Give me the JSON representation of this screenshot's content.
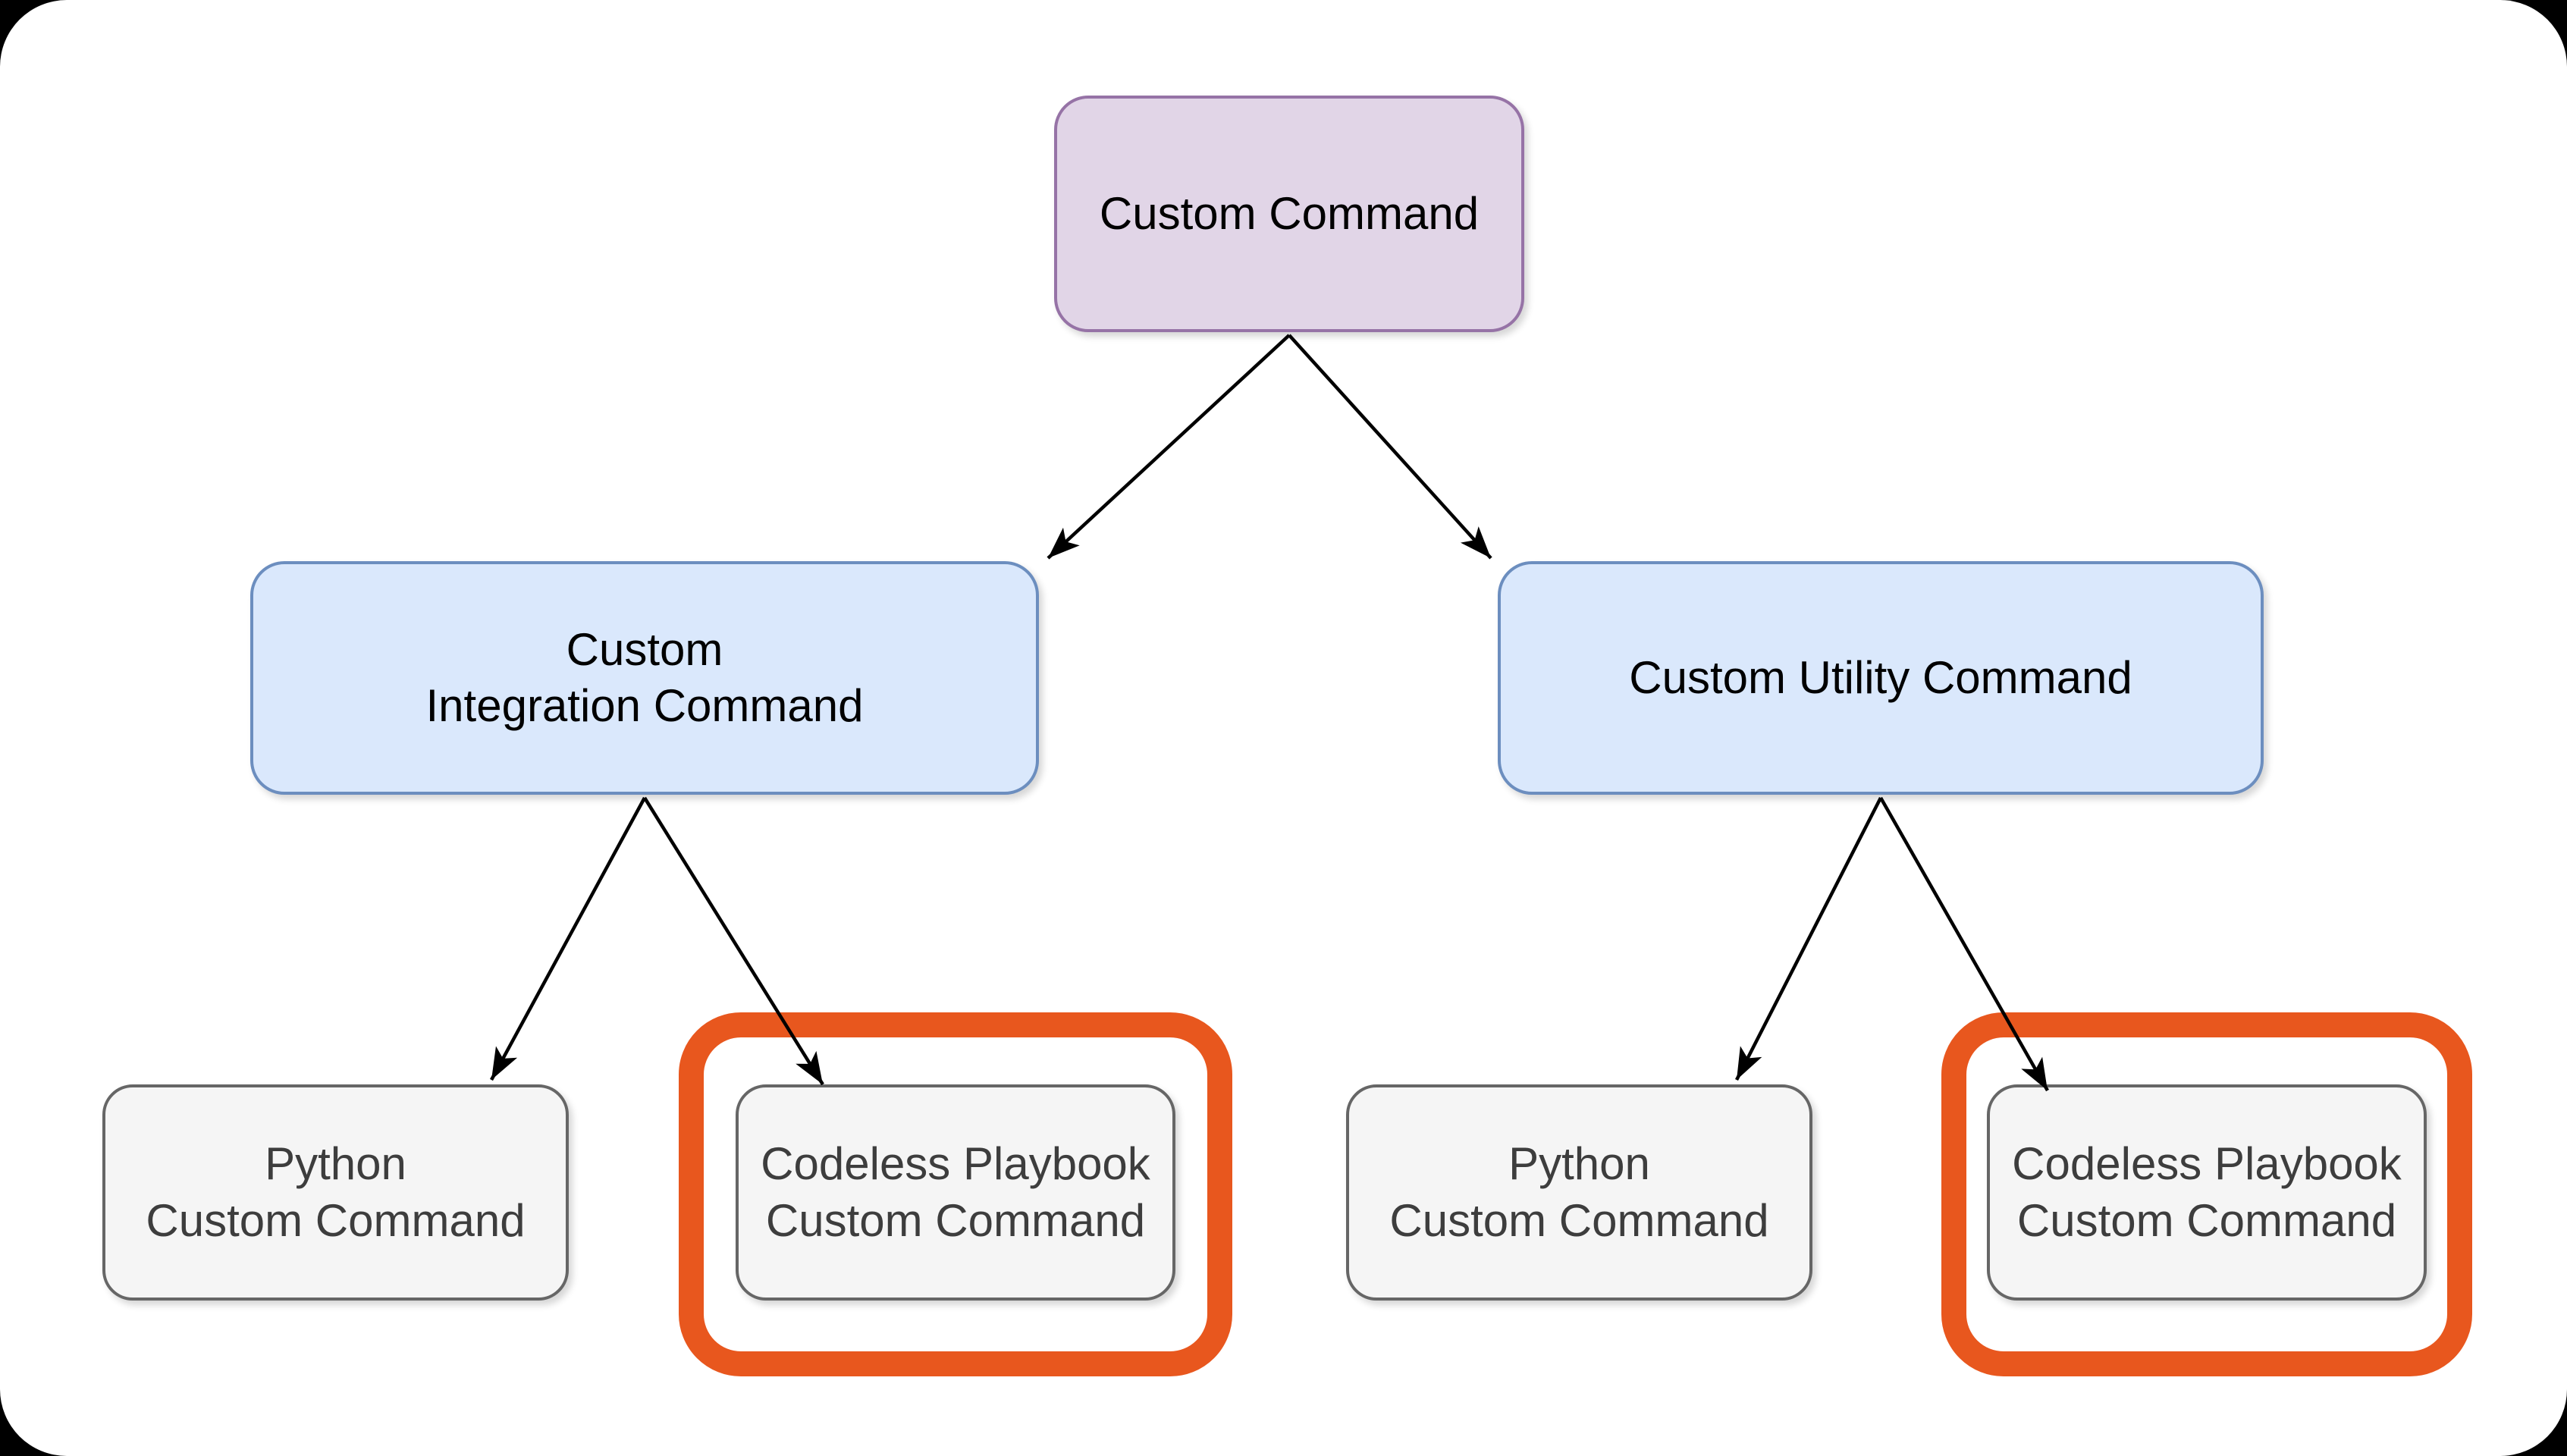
{
  "diagram": {
    "nodes": {
      "root": {
        "lines": [
          "Custom Command"
        ],
        "type": "root"
      },
      "integration": {
        "lines": [
          "Custom",
          "Integration Command"
        ],
        "type": "branch"
      },
      "utility": {
        "lines": [
          "Custom Utility Command"
        ],
        "type": "branch"
      },
      "leaf_python_1": {
        "lines": [
          "Python",
          "Custom Command"
        ],
        "type": "leaf",
        "highlighted": false
      },
      "leaf_codeless_1": {
        "lines": [
          "Codeless Playbook",
          "Custom Command"
        ],
        "type": "leaf",
        "highlighted": true
      },
      "leaf_python_2": {
        "lines": [
          "Python",
          "Custom Command"
        ],
        "type": "leaf",
        "highlighted": false
      },
      "leaf_codeless_2": {
        "lines": [
          "Codeless Playbook",
          "Custom Command"
        ],
        "type": "leaf",
        "highlighted": true
      }
    },
    "edges": [
      {
        "from": "root",
        "to": "integration"
      },
      {
        "from": "root",
        "to": "utility"
      },
      {
        "from": "integration",
        "to": "leaf_python_1"
      },
      {
        "from": "integration",
        "to": "leaf_codeless_1"
      },
      {
        "from": "utility",
        "to": "leaf_python_2"
      },
      {
        "from": "utility",
        "to": "leaf_codeless_2"
      }
    ]
  },
  "colors": {
    "frame": "#000000",
    "canvas": "#ffffff",
    "root_fill": "#E1D5E7",
    "root_border": "#9673A6",
    "branch_fill": "#DAE8FC",
    "branch_border": "#6C8EBF",
    "leaf_fill": "#F5F5F5",
    "leaf_border": "#666666",
    "highlight": "#E8571E",
    "arrow": "#000000",
    "node_text": "#000000",
    "leaf_text": "#3D3D3D"
  }
}
